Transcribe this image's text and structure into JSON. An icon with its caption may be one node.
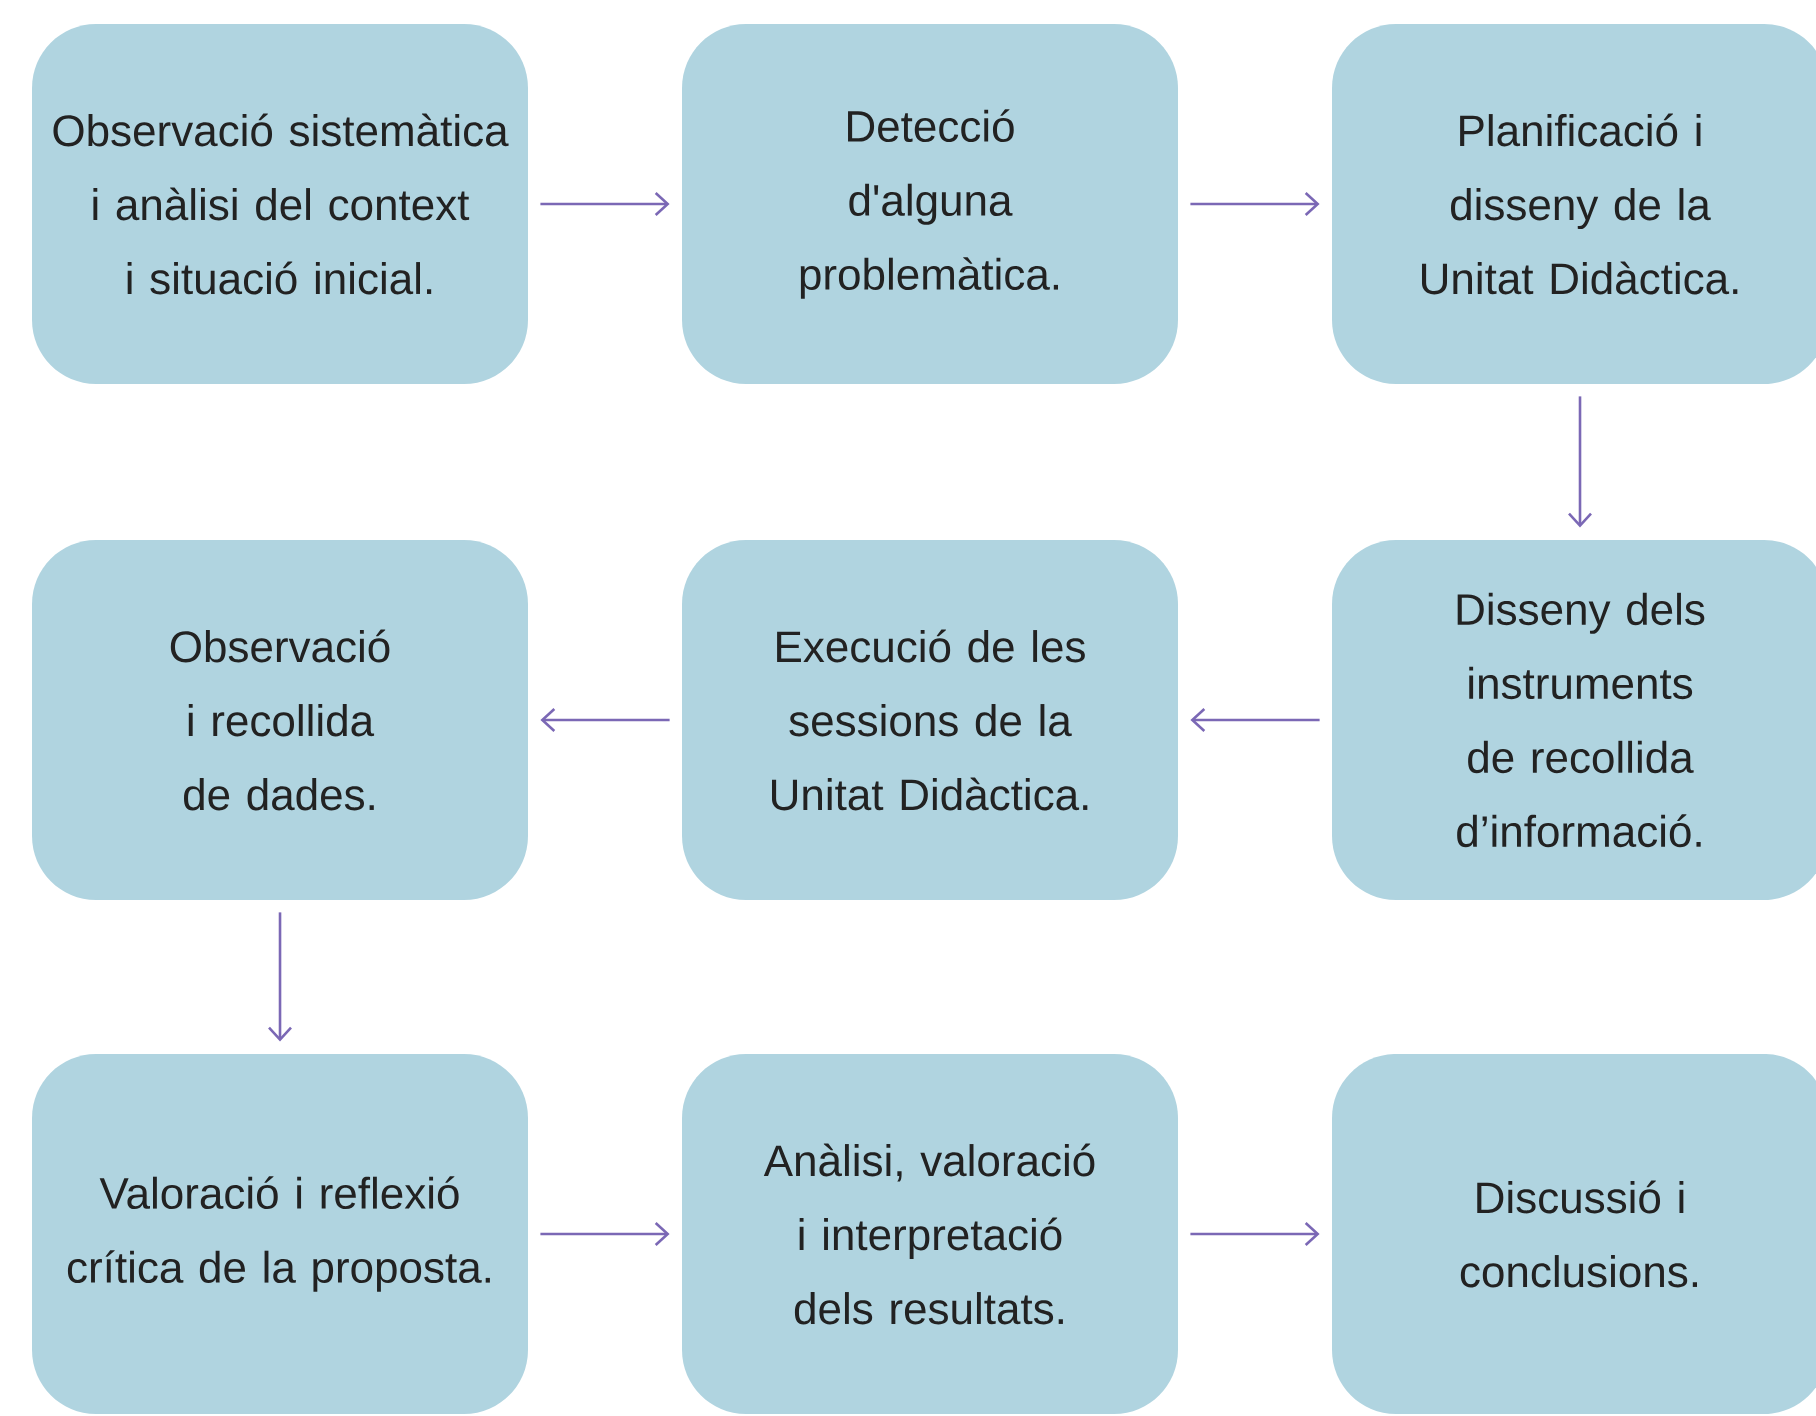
{
  "diagram": {
    "nodes": [
      {
        "text": [
          "Observació sistemàtica i anàlisi del context i situació inicial."
        ]
      },
      {
        "text": [
          "Detecció d'alguna problemàtica."
        ]
      },
      {
        "text": [
          "Planificació i disseny de la Unitat Didàctica."
        ]
      },
      {
        "text": [
          "Disseny dels instruments de recollida d’informació."
        ]
      },
      {
        "text": [
          "Execució de les sessions de la Unitat Didàctica."
        ]
      },
      {
        "text": [
          "Observació i recollida de dades."
        ]
      },
      {
        "text": [
          "Valoració i reflexió crítica de la proposta."
        ]
      },
      {
        "text": [
          "Anàlisi, valoració i interpretació dels resultats."
        ]
      },
      {
        "text": [
          "Discussió i conclusions."
        ]
      }
    ],
    "edges": [
      {
        "from": 0,
        "to": 1,
        "arrow": "to"
      },
      {
        "from": 1,
        "to": 2,
        "arrow": "to"
      },
      {
        "from": 2,
        "to": 3,
        "arrow": "to"
      },
      {
        "from": 3,
        "to": 4,
        "arrow": "to"
      },
      {
        "from": 4,
        "to": 5,
        "arrow": "to"
      },
      {
        "from": 5,
        "to": 6,
        "arrow": "to"
      },
      {
        "from": 6,
        "to": 7,
        "arrow": "to"
      },
      {
        "from": 7,
        "to": 8,
        "arrow": "to"
      }
    ]
  }
}
